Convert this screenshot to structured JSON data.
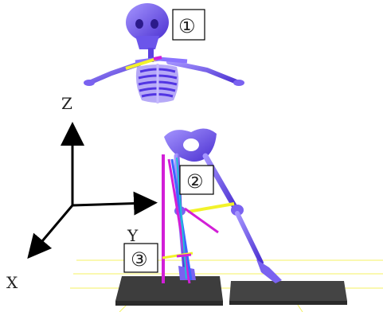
{
  "axes": {
    "z_label": "Z",
    "y_label": "Y",
    "x_label": "X"
  },
  "labels": {
    "segment_1": "①",
    "segment_2": "②",
    "segment_3": "③"
  },
  "colors": {
    "bone": "#7a62f0",
    "bone_dark": "#4b2fc4",
    "force_magenta": "#d21fd7",
    "force_yellow": "#f2f22a",
    "force_blue": "#3a66ff",
    "force_cyan": "#20c0d8",
    "plate": "#3c3c3c",
    "floor_line": "#f4f060"
  }
}
